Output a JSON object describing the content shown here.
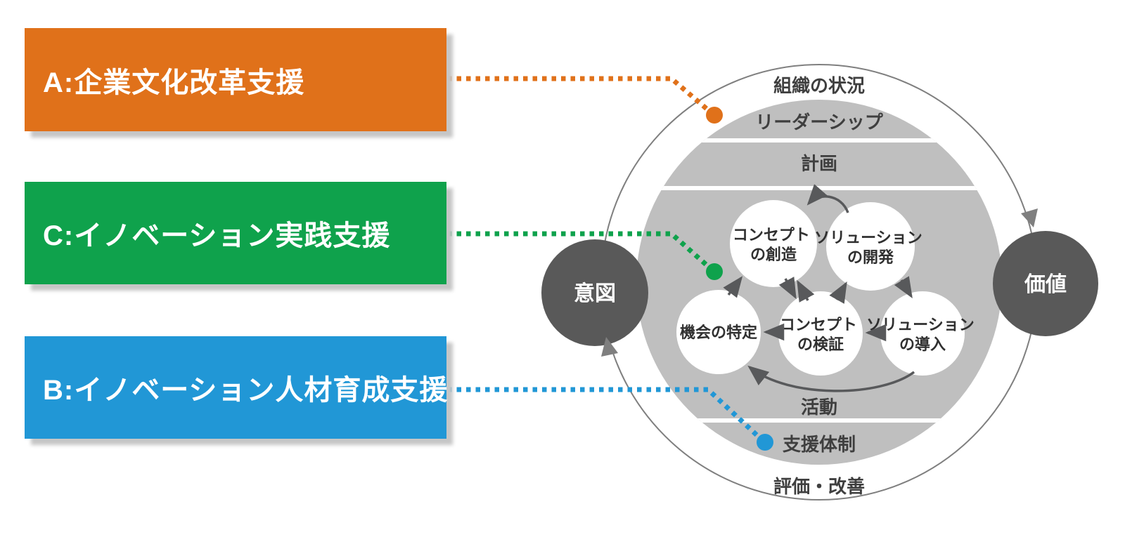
{
  "legend": {
    "items": [
      {
        "id": "A",
        "label": "A:企業文化改革支援",
        "color": "#e0711a"
      },
      {
        "id": "C",
        "label": "C:イノベーション実践支援",
        "color": "#0fa24c"
      },
      {
        "id": "B",
        "label": "B:イノベーション人材育成支援",
        "color": "#2197d6"
      }
    ]
  },
  "diagram": {
    "outer_ring": {
      "top_label": "組織の状況",
      "bottom_label": "評価・改善"
    },
    "bands": {
      "leadership": "リーダーシップ",
      "plan": "計画",
      "activity": "活動",
      "support": "支援体制"
    },
    "process_circles": [
      {
        "name": "concept-creation",
        "line1": "コンセプト",
        "line2": "の創造"
      },
      {
        "name": "solution-development",
        "line1": "ソリューション",
        "line2": "の開発"
      },
      {
        "name": "opportunity-identification",
        "line1": "機会の特定",
        "line2": ""
      },
      {
        "name": "concept-validation",
        "line1": "コンセプト",
        "line2": "の検証"
      },
      {
        "name": "solution-deployment",
        "line1": "ソリューション",
        "line2": "の導入"
      }
    ],
    "side_circles": {
      "left": "意図",
      "right": "価値"
    },
    "colors": {
      "inner_circle_gray": "#bfbfbf",
      "side_circle_dark": "#595959",
      "outer_ring_stroke": "#7f7f7f",
      "arrow_gray": "#58595b",
      "label_text": "#3f3f3f"
    }
  }
}
